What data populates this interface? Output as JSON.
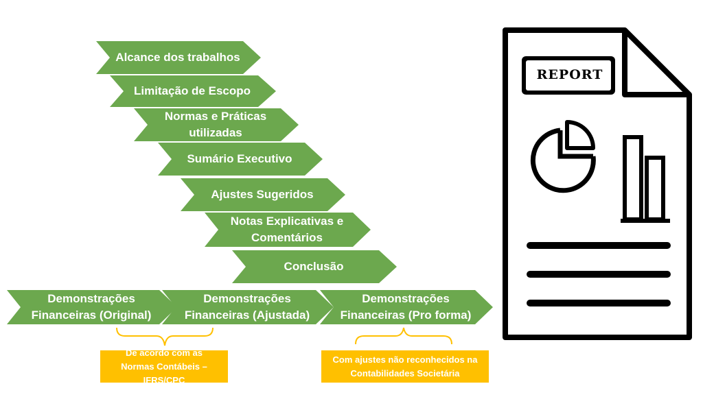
{
  "steps": [
    {
      "label": "Alcance dos trabalhos"
    },
    {
      "label": "Limitação de Escopo"
    },
    {
      "label": "Normas e Práticas utilizadas"
    },
    {
      "label": "Sumário Executivo"
    },
    {
      "label": "Ajustes Sugeridos"
    },
    {
      "label": "Notas Explicativas e Comentários"
    },
    {
      "label": "Conclusão"
    }
  ],
  "statements": [
    {
      "label": "Demonstrações Financeiras (Original)"
    },
    {
      "label": "Demonstrações Financeiras (Ajustada)"
    },
    {
      "label": "Demonstrações Financeiras (Pro forma)"
    }
  ],
  "notes": {
    "left": "De acordo com as Normas Contábeis – IFRS/CPC",
    "right": "Com ajustes não reconhecidos na Contabilidades Societária"
  },
  "report": {
    "label": "REPORT"
  },
  "colors": {
    "arrow": "#6ca84e",
    "note": "#ffc000",
    "report_ink": "#000000"
  }
}
